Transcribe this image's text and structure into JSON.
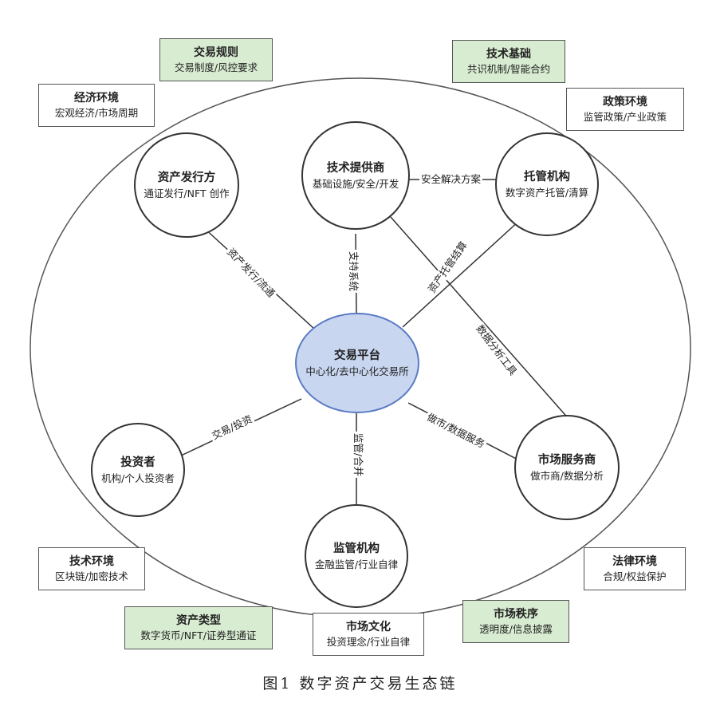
{
  "caption": "图1   数字资产交易生态链",
  "nodes": {
    "center": {
      "title": "交易平台",
      "sub": "中心化/去中心化交易所"
    },
    "issuer": {
      "title": "资产发行方",
      "sub": "通证发行/NFT 创作"
    },
    "tech": {
      "title": "技术提供商",
      "sub": "基础设施/安全/开发"
    },
    "custody": {
      "title": "托管机构",
      "sub": "数字资产托管/清算"
    },
    "investor": {
      "title": "投资者",
      "sub": "机构/个人投资者"
    },
    "regulator": {
      "title": "监管机构",
      "sub": "金融监管/行业自律"
    },
    "market": {
      "title": "市场服务商",
      "sub": "做市商/数据分析"
    }
  },
  "edges": {
    "issuance": "资产发行/流通",
    "support": "支持系统",
    "custody_settle": "资产托管结算",
    "security": "安全解决方案",
    "data_tools": "数据分析工具",
    "trade": "交易/投资",
    "supervision": "监管/合并",
    "mm_data": "做市/数据服务"
  },
  "boxes": {
    "rules": {
      "title": "交易规则",
      "sub": "交易制度/风控要求"
    },
    "tech_base": {
      "title": "技术基础",
      "sub": "共识机制/智能合约"
    },
    "economy": {
      "title": "经济环境",
      "sub": "宏观经济/市场周期"
    },
    "policy": {
      "title": "政策环境",
      "sub": "监管政策/产业政策"
    },
    "tech_env": {
      "title": "技术环境",
      "sub": "区块链/加密技术"
    },
    "legal": {
      "title": "法律环境",
      "sub": "合规/权益保护"
    },
    "asset_types": {
      "title": "资产类型",
      "sub": "数字货币/NFT/证券型通证"
    },
    "culture": {
      "title": "市场文化",
      "sub": "投资理念/行业自律"
    },
    "order": {
      "title": "市场秩序",
      "sub": "透明度/信息披露"
    }
  },
  "colors": {
    "highlight_box": "#d8ecd1",
    "center_fill": "#c9d6f0",
    "center_border": "#5a7ac4"
  }
}
